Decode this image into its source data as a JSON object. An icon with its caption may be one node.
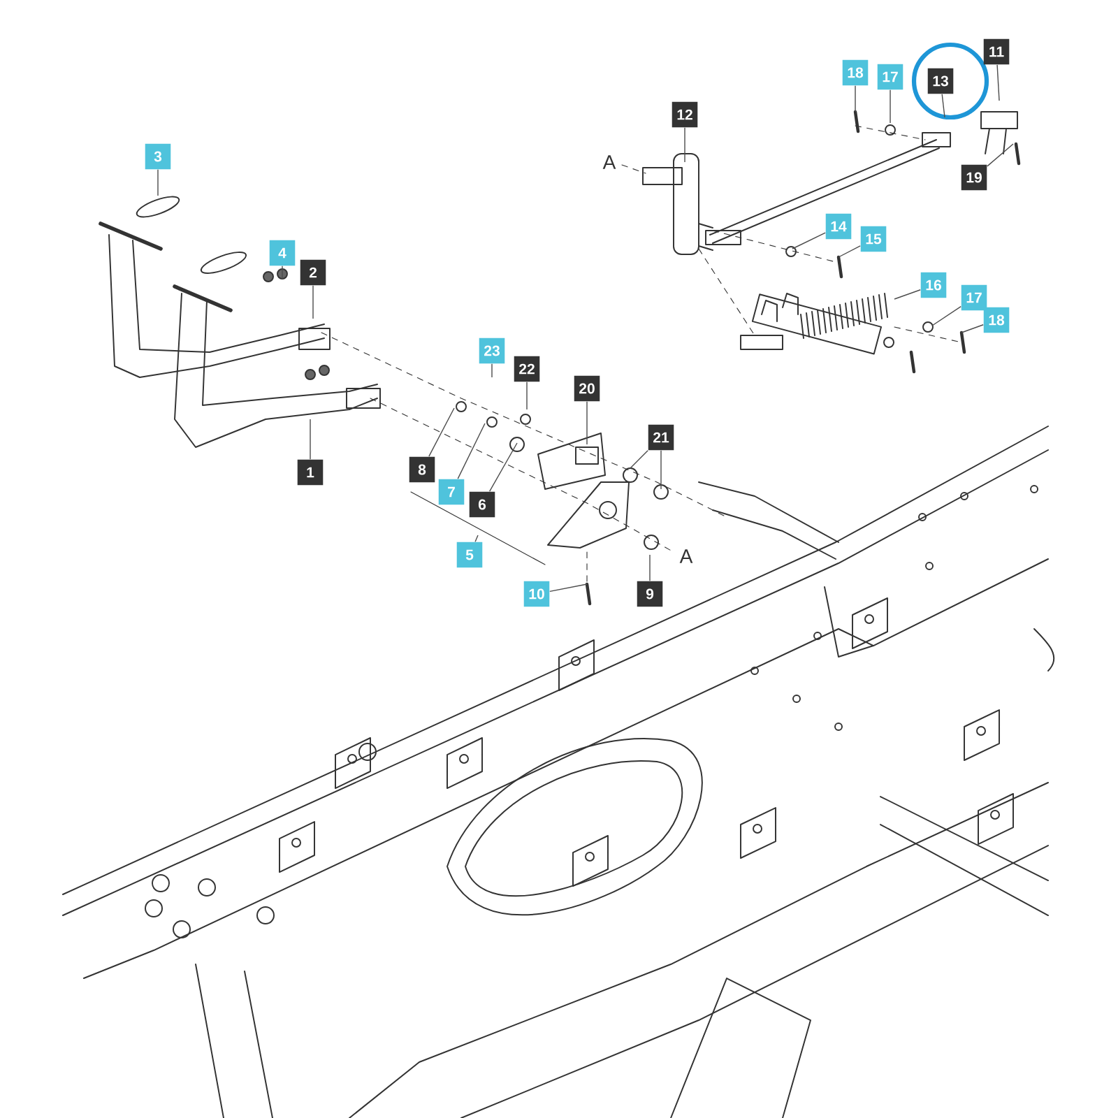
{
  "diagram": {
    "nodes": [
      {
        "text": [
          "11"
        ]
      },
      {
        "text": [
          "18"
        ]
      },
      {
        "text": [
          "17"
        ]
      },
      {
        "text": [
          "13"
        ]
      },
      {
        "text": [
          "12"
        ]
      },
      {
        "text": [
          "3"
        ]
      },
      {
        "text": [
          "19"
        ]
      },
      {
        "text": [
          "14"
        ]
      },
      {
        "text": [
          "15"
        ]
      },
      {
        "text": [
          "4"
        ]
      },
      {
        "text": [
          "2"
        ]
      },
      {
        "text": [
          "16"
        ]
      },
      {
        "text": [
          "17"
        ]
      },
      {
        "text": [
          "18"
        ]
      },
      {
        "text": [
          "23"
        ]
      },
      {
        "text": [
          "22"
        ]
      },
      {
        "text": [
          "20"
        ]
      },
      {
        "text": [
          "21"
        ]
      },
      {
        "text": [
          "8"
        ]
      },
      {
        "text": [
          "1"
        ]
      },
      {
        "text": [
          "7"
        ]
      },
      {
        "text": [
          "6"
        ]
      },
      {
        "text": [
          "5"
        ]
      },
      {
        "text": [
          "9"
        ]
      },
      {
        "text": [
          "10"
        ]
      }
    ],
    "edges": [
      {
        "from": 0,
        "to": null,
        "arrow": "none"
      },
      {
        "from": 1,
        "to": null,
        "arrow": "none"
      },
      {
        "from": 2,
        "to": null,
        "arrow": "none"
      },
      {
        "from": 3,
        "to": null,
        "arrow": "none"
      },
      {
        "from": 4,
        "to": null,
        "arrow": "none"
      },
      {
        "from": 5,
        "to": null,
        "arrow": "none"
      },
      {
        "from": 6,
        "to": null,
        "arrow": "none"
      },
      {
        "from": 7,
        "to": null,
        "arrow": "none"
      },
      {
        "from": 8,
        "to": null,
        "arrow": "none"
      },
      {
        "from": 9,
        "to": null,
        "arrow": "none"
      },
      {
        "from": 10,
        "to": null,
        "arrow": "none"
      },
      {
        "from": 11,
        "to": null,
        "arrow": "none"
      },
      {
        "from": 12,
        "to": null,
        "arrow": "none"
      },
      {
        "from": 13,
        "to": null,
        "arrow": "none"
      },
      {
        "from": 14,
        "to": null,
        "arrow": "none"
      },
      {
        "from": 15,
        "to": null,
        "arrow": "none"
      },
      {
        "from": 16,
        "to": null,
        "arrow": "none"
      },
      {
        "from": 17,
        "to": null,
        "arrow": "none"
      },
      {
        "from": 17,
        "to": null,
        "arrow": "none"
      },
      {
        "from": 18,
        "to": null,
        "arrow": "none"
      },
      {
        "from": 19,
        "to": null,
        "arrow": "none"
      },
      {
        "from": 20,
        "to": null,
        "arrow": "none"
      },
      {
        "from": 21,
        "to": null,
        "arrow": "none"
      },
      {
        "from": 22,
        "to": null,
        "arrow": "none"
      },
      {
        "from": 23,
        "to": null,
        "arrow": "none"
      },
      {
        "from": 24,
        "to": null,
        "arrow": "none"
      }
    ],
    "labels": [
      "A",
      "A"
    ]
  }
}
